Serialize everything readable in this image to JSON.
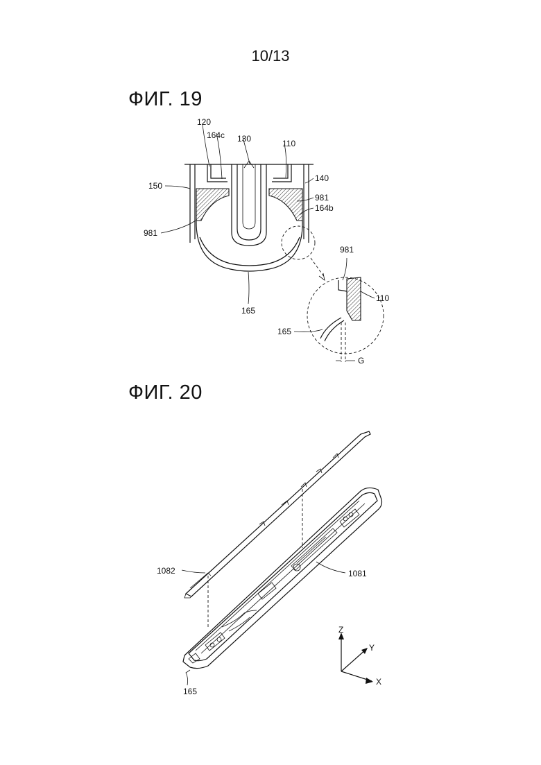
{
  "page": {
    "number": "10/13"
  },
  "fig19": {
    "title": "ФИГ. 19",
    "labels": {
      "l120": "120",
      "l164c": "164c",
      "l130": "130",
      "l110": "110",
      "l150": "150",
      "l140": "140",
      "l981a": "981",
      "l164b": "164b",
      "l981b": "981",
      "l165": "165"
    },
    "detail": {
      "l981": "981",
      "l110": "110",
      "l165": "165",
      "lG": "G"
    }
  },
  "fig20": {
    "title": "ФИГ. 20",
    "labels": {
      "l1082": "1082",
      "l1081": "1081",
      "l165": "165"
    },
    "axes": {
      "z": "Z",
      "y": "Y",
      "x": "X"
    }
  }
}
